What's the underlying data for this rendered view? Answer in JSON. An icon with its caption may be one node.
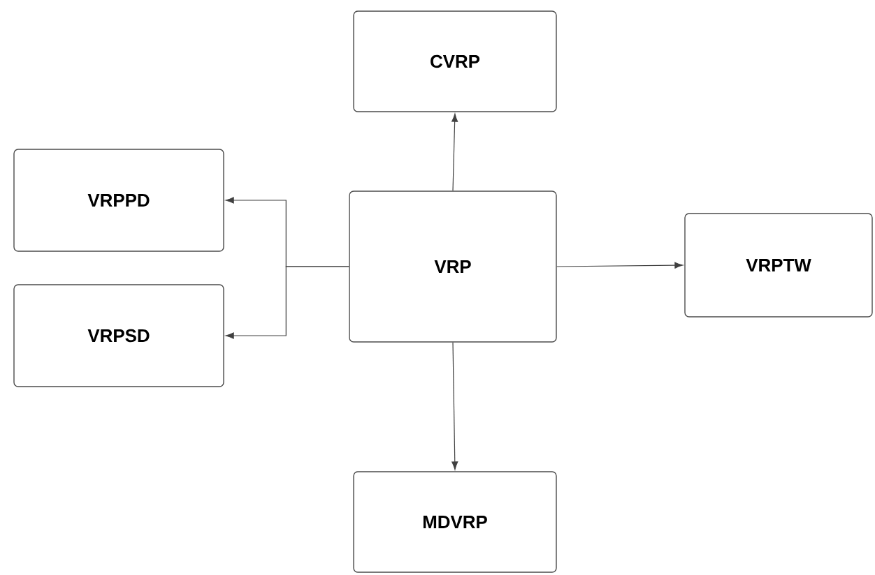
{
  "diagram": {
    "nodes": [
      {
        "text": [
          "CVRP"
        ]
      },
      {
        "text": [
          "VRPPD"
        ]
      },
      {
        "text": [
          "VRP"
        ]
      },
      {
        "text": [
          "VRPTW"
        ]
      },
      {
        "text": [
          "VRPSD"
        ]
      },
      {
        "text": [
          "MDVRP"
        ]
      }
    ],
    "edges": [
      {
        "from": 2,
        "to": 0,
        "arrow": "to"
      },
      {
        "from": 2,
        "to": 1,
        "arrow": "to"
      },
      {
        "from": 2,
        "to": 4,
        "arrow": "to"
      },
      {
        "from": 2,
        "to": 3,
        "arrow": "to"
      },
      {
        "from": 2,
        "to": 5,
        "arrow": "to"
      }
    ]
  }
}
